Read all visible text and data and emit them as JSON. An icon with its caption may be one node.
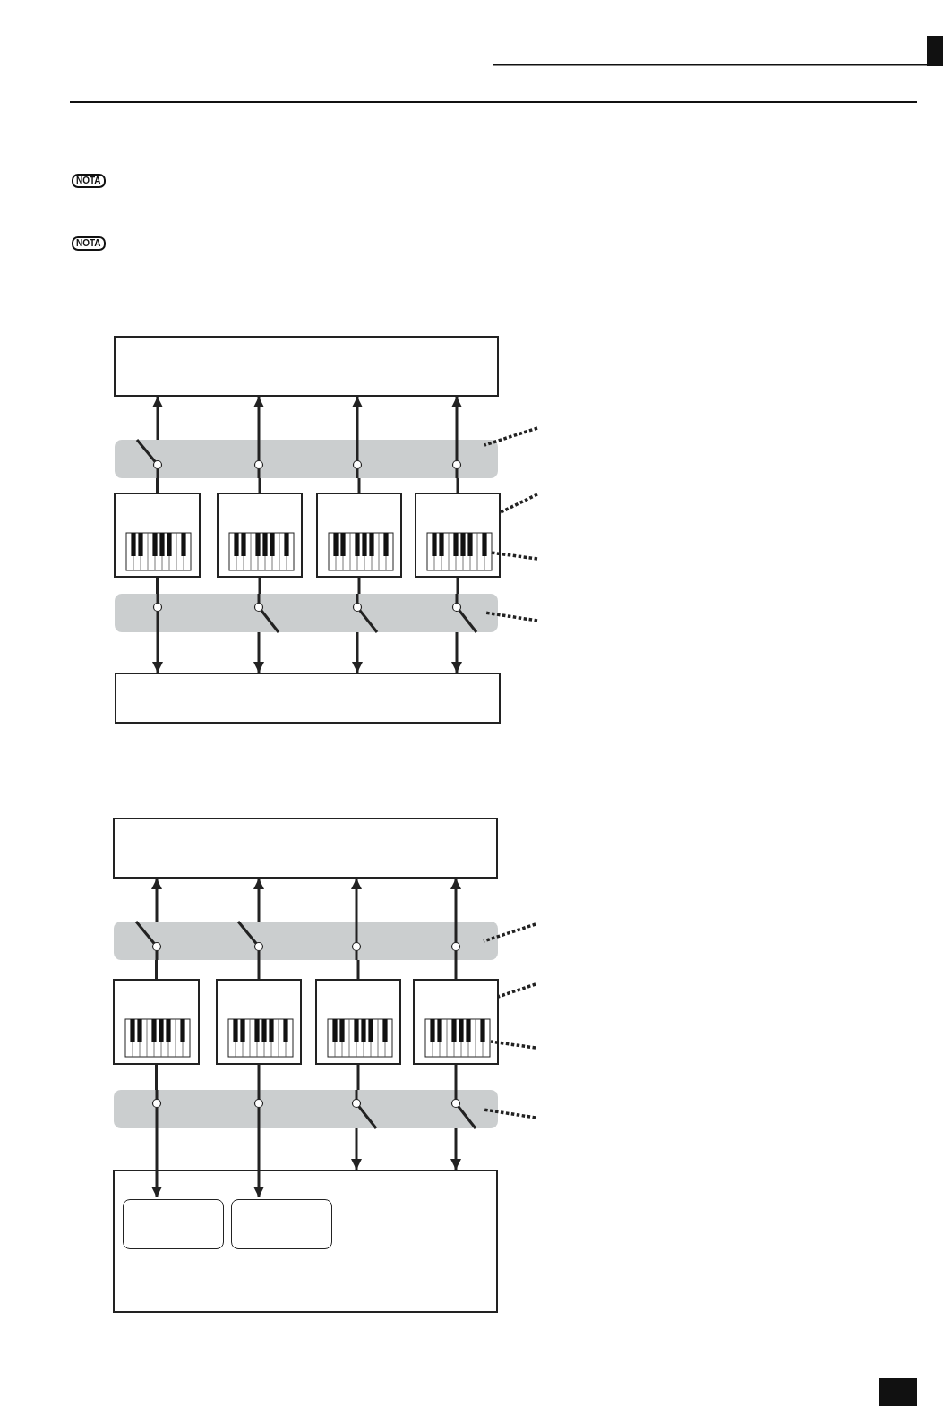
{
  "diagram": {
    "nodes": [
      {
        "text": [],
        "shape": "box"
      },
      {
        "text": [],
        "shape": "bar"
      },
      {
        "text": [],
        "shape": "box"
      },
      {
        "text": [],
        "shape": "box"
      },
      {
        "text": [],
        "shape": "box"
      },
      {
        "text": [],
        "shape": "box"
      },
      {
        "text": [],
        "shape": "bar"
      },
      {
        "text": [],
        "shape": "box"
      },
      {
        "text": [],
        "shape": "box"
      },
      {
        "text": [],
        "shape": "bar"
      },
      {
        "text": [],
        "shape": "box"
      },
      {
        "text": [],
        "shape": "box"
      },
      {
        "text": [],
        "shape": "box"
      },
      {
        "text": [],
        "shape": "box"
      },
      {
        "text": [],
        "shape": "bar"
      },
      {
        "text": [],
        "shape": "box"
      },
      {
        "text": [],
        "shape": "box",
        "in": 15
      },
      {
        "text": [],
        "shape": "box",
        "in": 15
      }
    ],
    "edges": [
      {
        "from": 2,
        "to": 1,
        "arrow": "none"
      },
      {
        "from": 3,
        "to": 1,
        "arrow": "none"
      },
      {
        "from": 4,
        "to": 1,
        "arrow": "none"
      },
      {
        "from": 5,
        "to": 1,
        "arrow": "none"
      },
      {
        "from": 1,
        "to": 0,
        "arrow": "to"
      },
      {
        "from": 1,
        "to": 0,
        "arrow": "to"
      },
      {
        "from": 1,
        "to": 0,
        "arrow": "to"
      },
      {
        "from": 1,
        "to": 0,
        "arrow": "to"
      },
      {
        "from": 2,
        "to": 6,
        "arrow": "none"
      },
      {
        "from": 3,
        "to": 6,
        "arrow": "none"
      },
      {
        "from": 4,
        "to": 6,
        "arrow": "none"
      },
      {
        "from": 5,
        "to": 6,
        "arrow": "none"
      },
      {
        "from": 6,
        "to": 7,
        "arrow": "to"
      },
      {
        "from": 6,
        "to": 7,
        "arrow": "to"
      },
      {
        "from": 6,
        "to": 7,
        "arrow": "to"
      },
      {
        "from": 6,
        "to": 7,
        "arrow": "to"
      },
      {
        "from": null,
        "to": 1,
        "arrow": "none",
        "style": "dashed"
      },
      {
        "from": null,
        "to": 5,
        "arrow": "none",
        "style": "dashed"
      },
      {
        "from": null,
        "to": 5,
        "arrow": "none",
        "style": "dashed"
      },
      {
        "from": null,
        "to": 6,
        "arrow": "none",
        "style": "dashed"
      },
      {
        "from": 10,
        "to": 9,
        "arrow": "none"
      },
      {
        "from": 11,
        "to": 9,
        "arrow": "none"
      },
      {
        "from": 12,
        "to": 9,
        "arrow": "none"
      },
      {
        "from": 13,
        "to": 9,
        "arrow": "none"
      },
      {
        "from": 9,
        "to": 8,
        "arrow": "to"
      },
      {
        "from": 9,
        "to": 8,
        "arrow": "to"
      },
      {
        "from": 9,
        "to": 8,
        "arrow": "to"
      },
      {
        "from": 9,
        "to": 8,
        "arrow": "to"
      },
      {
        "from": 10,
        "to": 14,
        "arrow": "none"
      },
      {
        "from": 11,
        "to": 14,
        "arrow": "none"
      },
      {
        "from": 12,
        "to": 14,
        "arrow": "none"
      },
      {
        "from": 13,
        "to": 14,
        "arrow": "none"
      },
      {
        "from": 14,
        "to": 16,
        "arrow": "to"
      },
      {
        "from": 14,
        "to": 17,
        "arrow": "to"
      },
      {
        "from": 14,
        "to": 15,
        "arrow": "to"
      },
      {
        "from": 14,
        "to": 15,
        "arrow": "to"
      },
      {
        "from": null,
        "to": 9,
        "arrow": "none",
        "style": "dashed"
      },
      {
        "from": null,
        "to": 13,
        "arrow": "none",
        "style": "dashed"
      },
      {
        "from": null,
        "to": 13,
        "arrow": "none",
        "style": "dashed"
      },
      {
        "from": null,
        "to": 14,
        "arrow": "none",
        "style": "dashed"
      }
    ],
    "labels": [
      "NOTA",
      "NOTA"
    ]
  }
}
